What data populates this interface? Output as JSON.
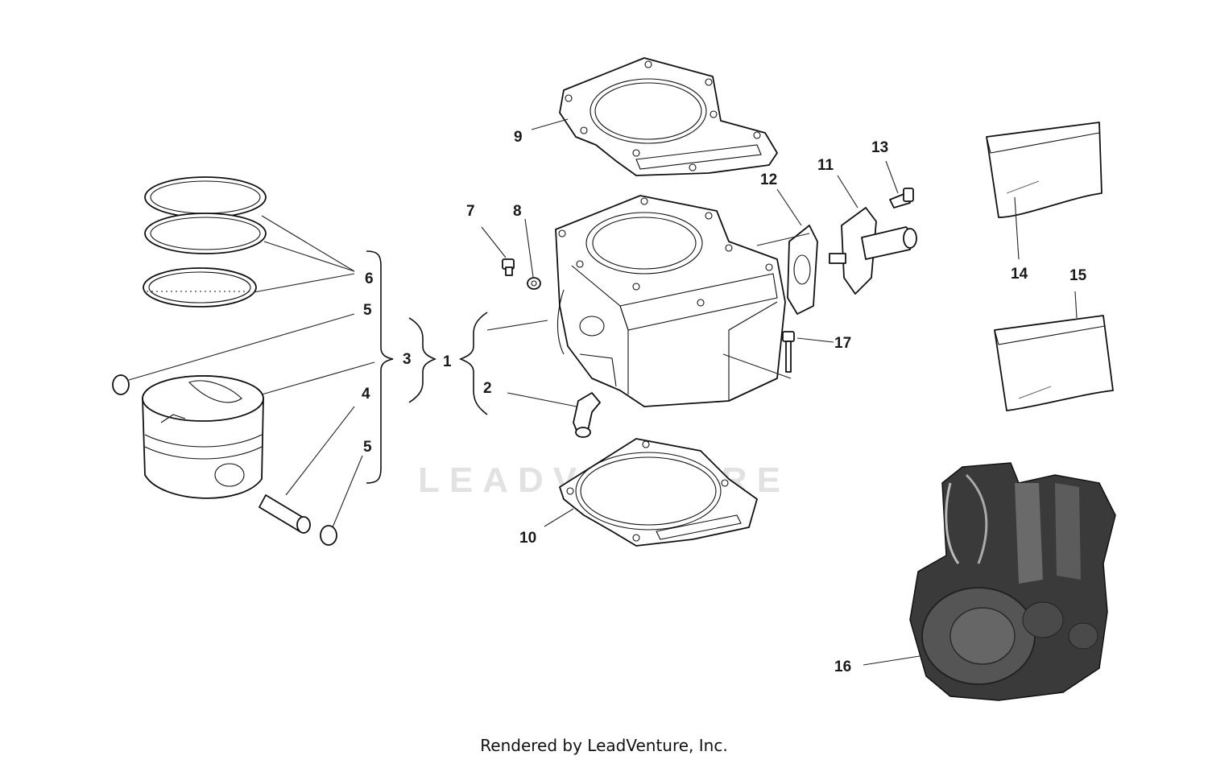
{
  "watermark": "LEADVENTURE",
  "footer": "Rendered by LeadVenture, Inc.",
  "callouts": [
    "1",
    "2",
    "3",
    "4",
    "5",
    "5",
    "6",
    "7",
    "8",
    "9",
    "10",
    "11",
    "12",
    "13",
    "14",
    "15",
    "16",
    "17"
  ]
}
